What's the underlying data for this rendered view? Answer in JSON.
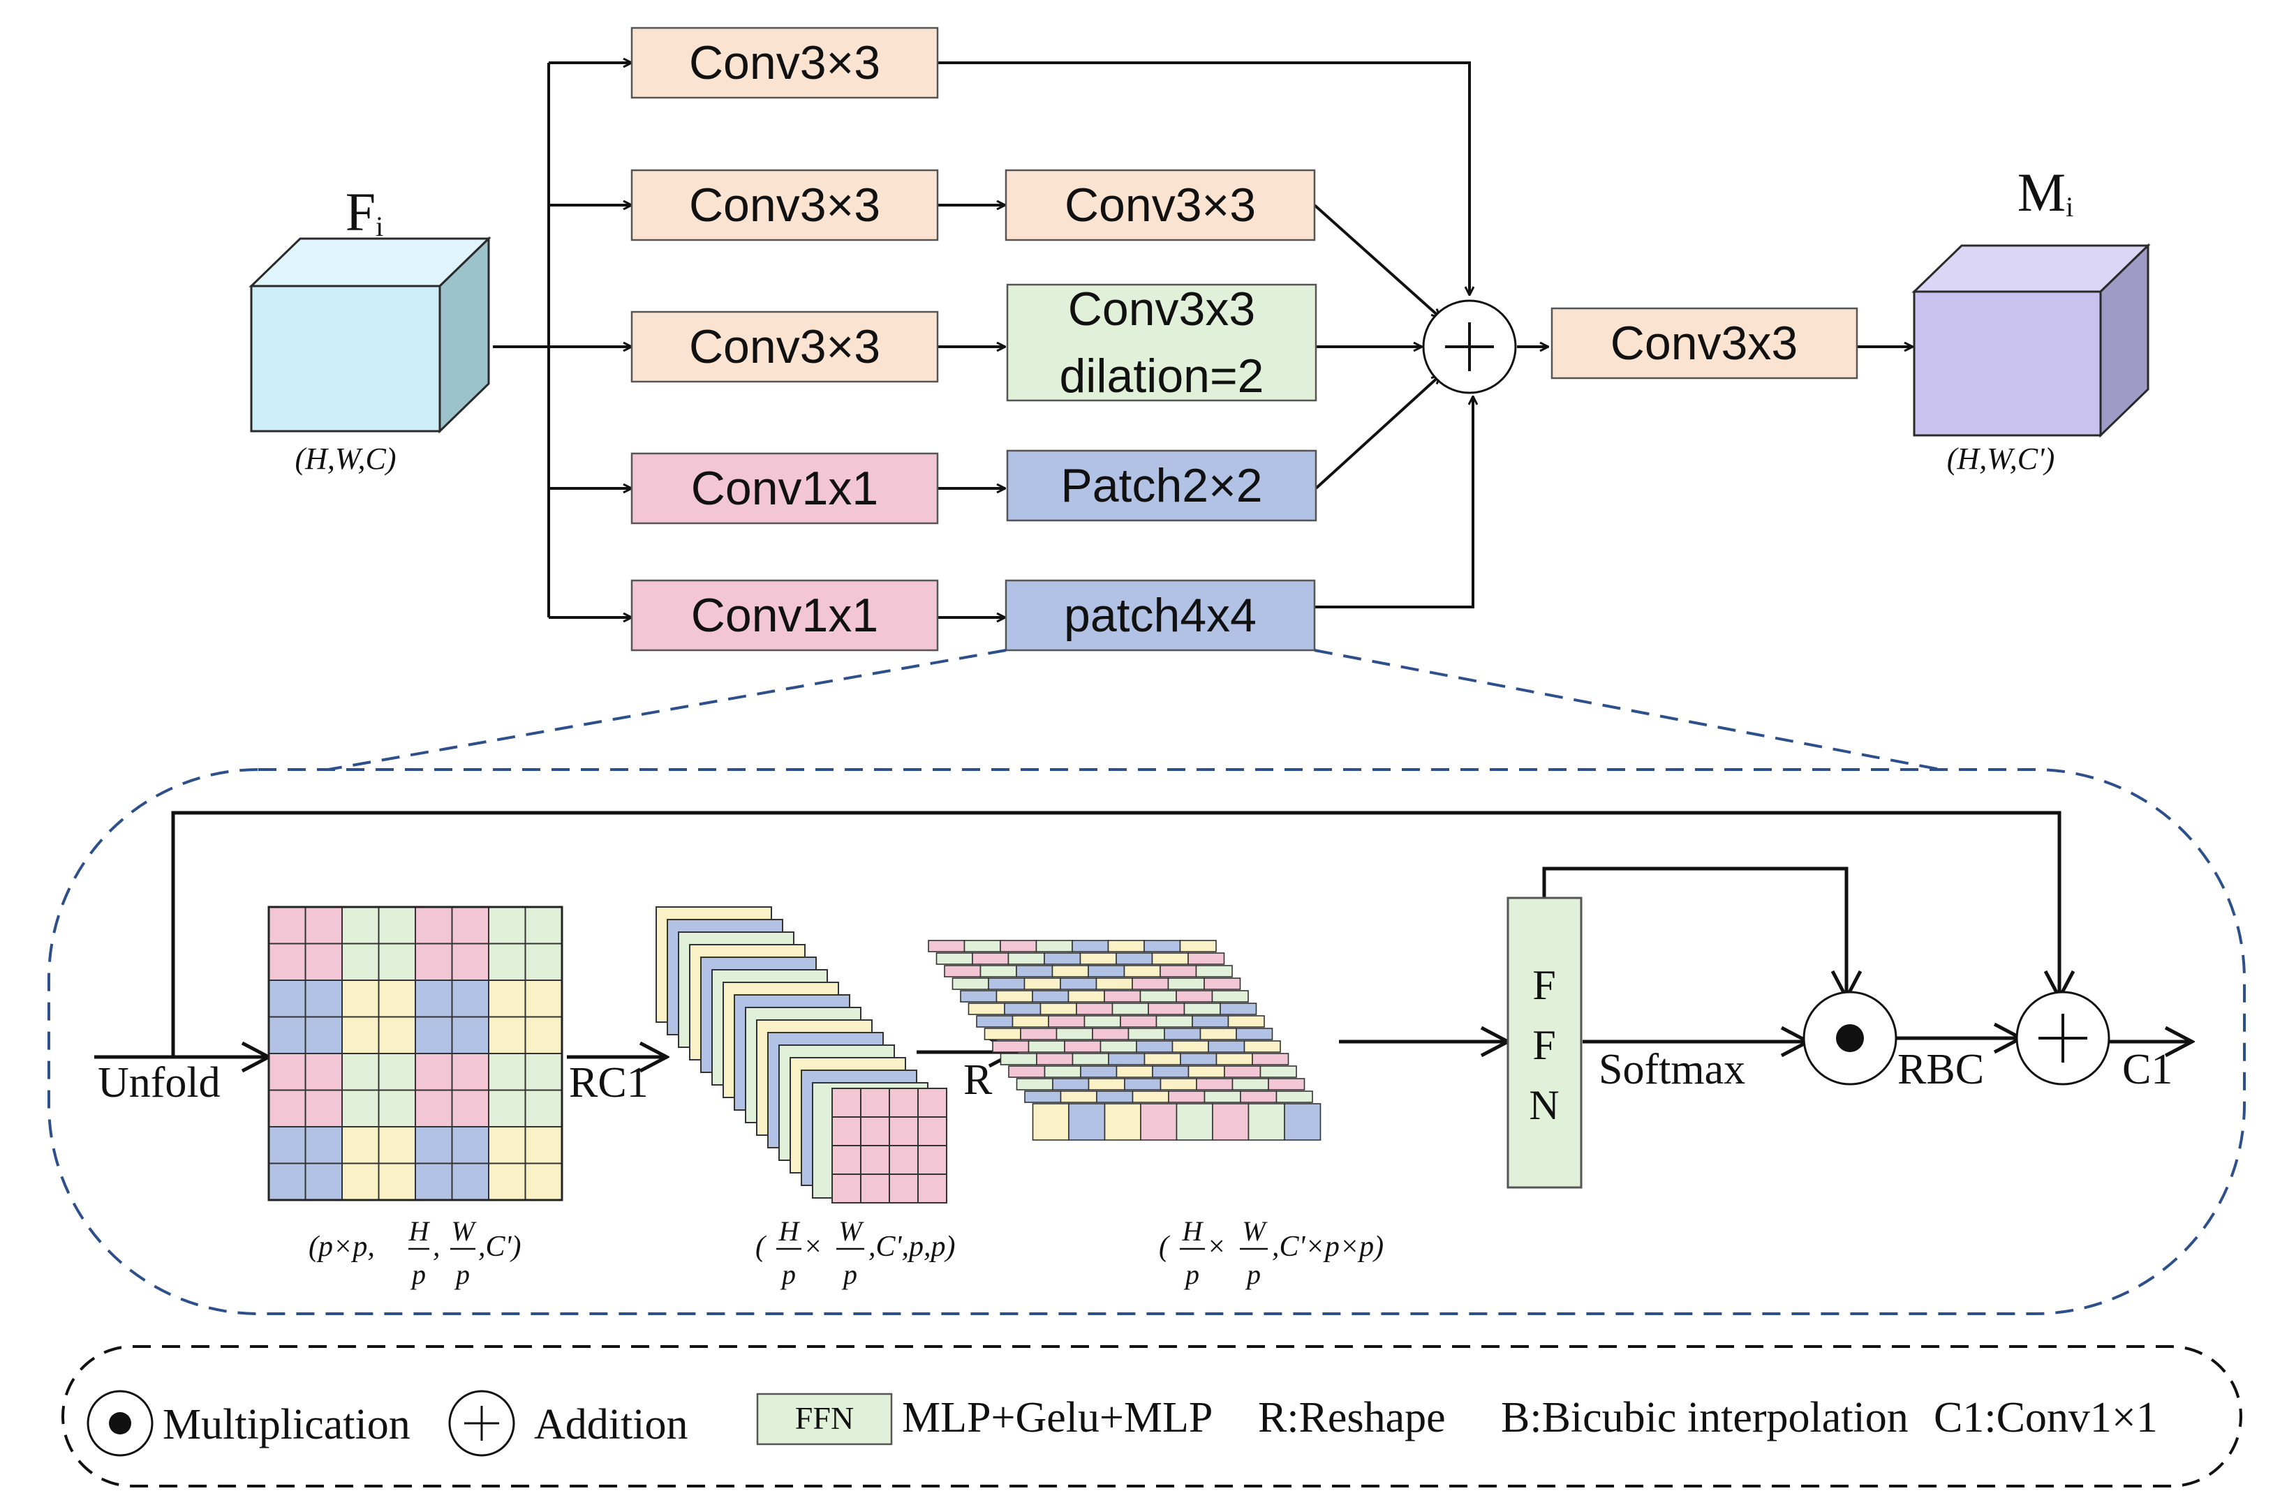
{
  "colors": {
    "orange": "#fbe3d1",
    "green": "#e1f0d8",
    "pink": "#f2c6d4",
    "blue": "#b2c2e5",
    "yellow": "#fbf1c7",
    "cube_in": "#cdeef8",
    "cube_out": "#c9c1ee",
    "dash": "#2d4f8c",
    "line": "#111111"
  },
  "input": {
    "title": "F",
    "sub": "i",
    "dims": "(H,W,C)"
  },
  "output": {
    "title": "M",
    "sub": "i",
    "dims": "(H,W,C')"
  },
  "branches": [
    {
      "first": "Conv3×3"
    },
    {
      "first": "Conv3×3",
      "second": "Conv3×3"
    },
    {
      "first": "Conv3×3",
      "second_line1": "Conv3x3",
      "second_line2": "dilation=2"
    },
    {
      "first": "Conv1x1",
      "second": "Patch2×2"
    },
    {
      "first": "Conv1x1",
      "second": "patch4x4"
    }
  ],
  "fusion": {
    "symbol": "+",
    "conv": "Conv3x3"
  },
  "detail": {
    "unfold": "Unfold",
    "rc1": "RC1",
    "r": "R",
    "ffn_letters": [
      "F",
      "F",
      "N"
    ],
    "softmax": "Softmax",
    "rbc": "RBC",
    "c1": "C1",
    "dims1": {
      "prefix": "(p×p,",
      "n1": "H",
      "d1": "p",
      "sep": ",",
      "n2": "W",
      "d2": "p",
      "suffix": ",C')"
    },
    "dims2": {
      "prefix": "(",
      "n1": "H",
      "d1": "p",
      "mid": "×",
      "n2": "W",
      "d2": "p",
      "suffix": ",C',p,p)"
    },
    "dims3": {
      "prefix": "(",
      "n1": "H",
      "d1": "p",
      "mid": "×",
      "n2": "W",
      "d2": "p",
      "suffix": ",C'×p×p)"
    }
  },
  "legend": {
    "multiplication": "Multiplication",
    "addition": "Addition",
    "ffn_box": "FFN",
    "ffn_desc": "MLP+Gelu+MLP",
    "reshape": "R:Reshape",
    "bicubic": "B:Bicubic interpolation",
    "conv": "C1:Conv1×1"
  }
}
